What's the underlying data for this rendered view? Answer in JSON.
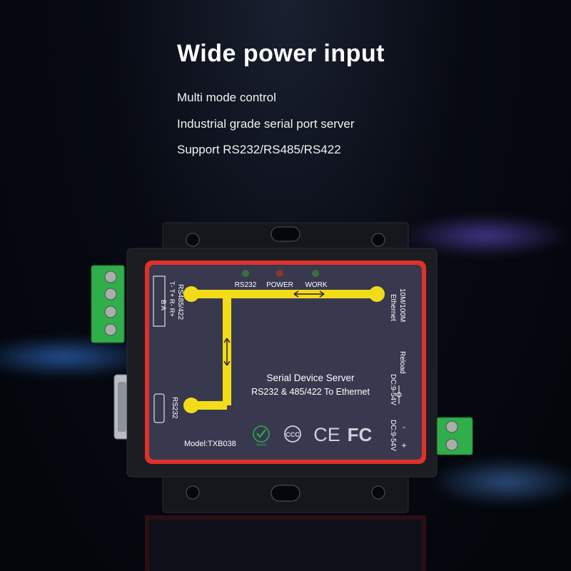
{
  "headline": "Wide power input",
  "features": [
    "Multi mode control",
    "Industrial grade serial port server",
    "Support RS232/RS485/RS422"
  ],
  "device": {
    "leds": [
      "RS232",
      "POWER",
      "WORK"
    ],
    "port_rs485": "RS485/422",
    "port_rs485_pins": "T- T+ R- R+",
    "port_rs485_pins2": "B A",
    "port_ethernet": "Ethernet",
    "ethernet_speed": "10M/100M",
    "port_rs232": "RS232",
    "reload_label": "Reload",
    "dc_label": "DC:9-54V",
    "dc_label_terminal": "DC:9-54V",
    "terminal_minus": "-",
    "terminal_plus": "+",
    "title_line1": "Serial Device Server",
    "title_line2": "RS232 & 485/422 To Ethernet",
    "model": "Model:TXB038",
    "cert_rohs": "RoHS",
    "cert_ccc": "CCC",
    "cert_ce": "CE",
    "cert_fc": "FC"
  },
  "colors": {
    "panel": "#38394f",
    "border": "#e0302a",
    "trace": "#f2dc18",
    "terminal": "#2fae4a"
  }
}
